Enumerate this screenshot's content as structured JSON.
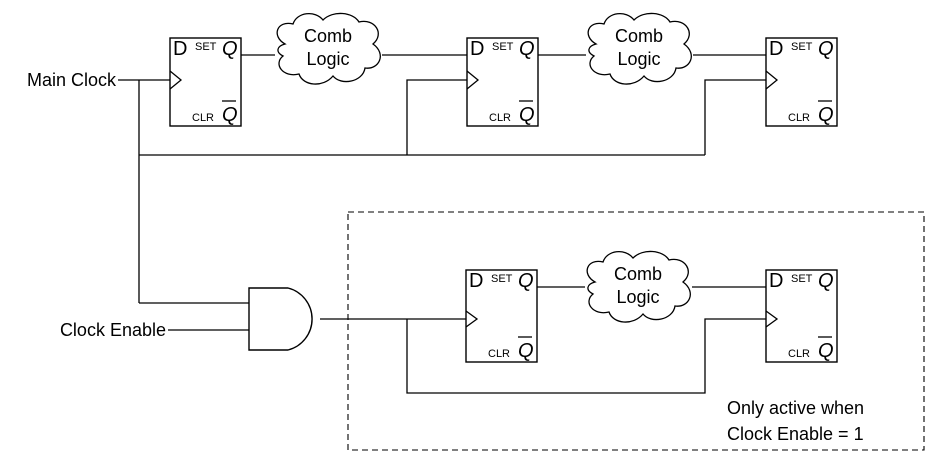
{
  "labels": {
    "main_clock": "Main Clock",
    "clock_enable": "Clock Enable",
    "note_line1": "Only active when",
    "note_line2": "Clock Enable = 1"
  },
  "flipflop": {
    "d": "D",
    "set": "SET",
    "clr": "CLR",
    "q": "Q",
    "qbar": "Q"
  },
  "comb_logic": {
    "line1": "Comb",
    "line2": "Logic"
  }
}
